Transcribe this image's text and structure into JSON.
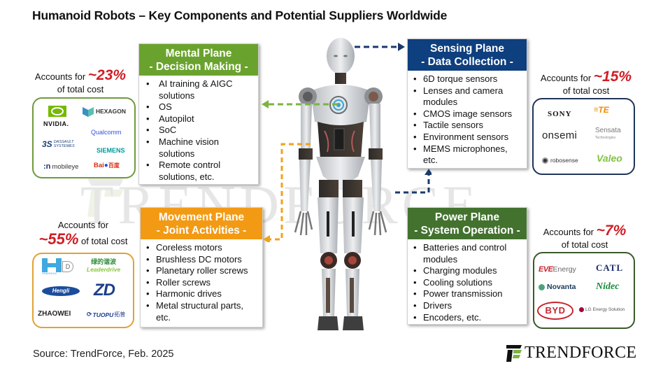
{
  "title": "Humanoid Robots – Key Components and Potential Suppliers Worldwide",
  "watermark": "TRENDFORCE",
  "colors": {
    "mental": "#6aa22e",
    "sensing": "#0e3f7e",
    "movement": "#f39a14",
    "power": "#42722e",
    "cost_red": "#d01d24",
    "mental_logo_border": "#6f9a3c",
    "sensing_logo_border": "#1f355a",
    "movement_logo_border": "#e0a236",
    "power_logo_border": "#3a5a2a"
  },
  "planes": {
    "mental": {
      "heading_line1": "Mental Plane",
      "heading_line2": "- Decision Making -",
      "items": [
        "AI training & AIGC solutions",
        "OS",
        "Autopilot",
        "SoC",
        "Machine vision solutions",
        "Remote control solutions, etc."
      ],
      "cost_prefix": "Accounts for ",
      "cost_pct": "~23%",
      "cost_suffix": "of total cost",
      "suppliers": [
        "NVIDIA",
        "HEXAGON",
        "Qualcomm",
        "Dassault Systèmes",
        "SIEMENS",
        "mobileye",
        "Baidu"
      ]
    },
    "sensing": {
      "heading_line1": "Sensing Plane",
      "heading_line2": "- Data Collection -",
      "items": [
        "6D torque sensors",
        "Lenses and camera modules",
        "CMOS image sensors",
        "Tactile sensors",
        "Environment sensors",
        "MEMS microphones, etc."
      ],
      "cost_prefix": "Accounts for ",
      "cost_pct": "~15%",
      "cost_suffix": "of total cost",
      "suppliers": [
        "SONY",
        "TE",
        "onsemi",
        "Sensata",
        "robosense",
        "Valeo"
      ]
    },
    "movement": {
      "heading_line1": "Movement Plane",
      "heading_line2": "- Joint Activities -",
      "items": [
        "Coreless motors",
        "Brushless DC motors",
        "Planetary roller screws",
        "Roller screws",
        "Harmonic drives",
        "Metal structural parts, etc."
      ],
      "cost_prefix": "Accounts for",
      "cost_pct": "~55%",
      "cost_suffix": "of total cost",
      "suppliers": [
        "HD",
        "绿的谐波 Leaderdrive",
        "Hengli",
        "ZD",
        "ZHAOWEI",
        "TUOPU 拓普"
      ]
    },
    "power": {
      "heading_line1": "Power Plane",
      "heading_line2": "- System Operation -",
      "items": [
        "Batteries and control modules",
        "Charging modules",
        "Cooling solutions",
        "Power transmission",
        "Drivers",
        "Encoders, etc."
      ],
      "cost_prefix": "Accounts for ",
      "cost_pct": "~7%",
      "cost_suffix": "of total cost",
      "suppliers": [
        "EVE Energy",
        "CATL",
        "Novanta",
        "Nidec",
        "BYD",
        "LG Energy Solution"
      ]
    }
  },
  "logo_text": {
    "nvidia": "NVIDIA.",
    "hexagon": "HEXAGON",
    "qualcomm": "Qualcomm",
    "dassault1": "DASSAULT",
    "dassault2": "SYSTEMES",
    "siemens": "SIEMENS",
    "mobileye": "mobileye",
    "baidu": "Bai",
    "baidu_cn": "百度",
    "sony": "SONY",
    "te": "TE",
    "onsemi": "onsemi",
    "sensata": "Sensata",
    "sensata_sub": "Technologies",
    "robosense": "robosense",
    "valeo": "Valeo",
    "hd_sub": "SHANGHAI",
    "hd_d": "D",
    "leaderdrive_cn": "绿的谐波",
    "leaderdrive": "Leaderdrive",
    "hengli": "Hengli",
    "zd": "ZD",
    "zhaowei": "ZHAOWEI",
    "tuopu": "TUOPU",
    "tuopu_cn": "拓普",
    "eve1": "EVE",
    "eve2": "Energy",
    "catl": "CATL",
    "novanta": "Novanta",
    "nidec": "Nidec",
    "byd": "BYD",
    "lg": "LG Energy Solution"
  },
  "footer": {
    "source": "Source: TrendForce, Feb. 2025",
    "brand": "TRENDFORCE"
  }
}
